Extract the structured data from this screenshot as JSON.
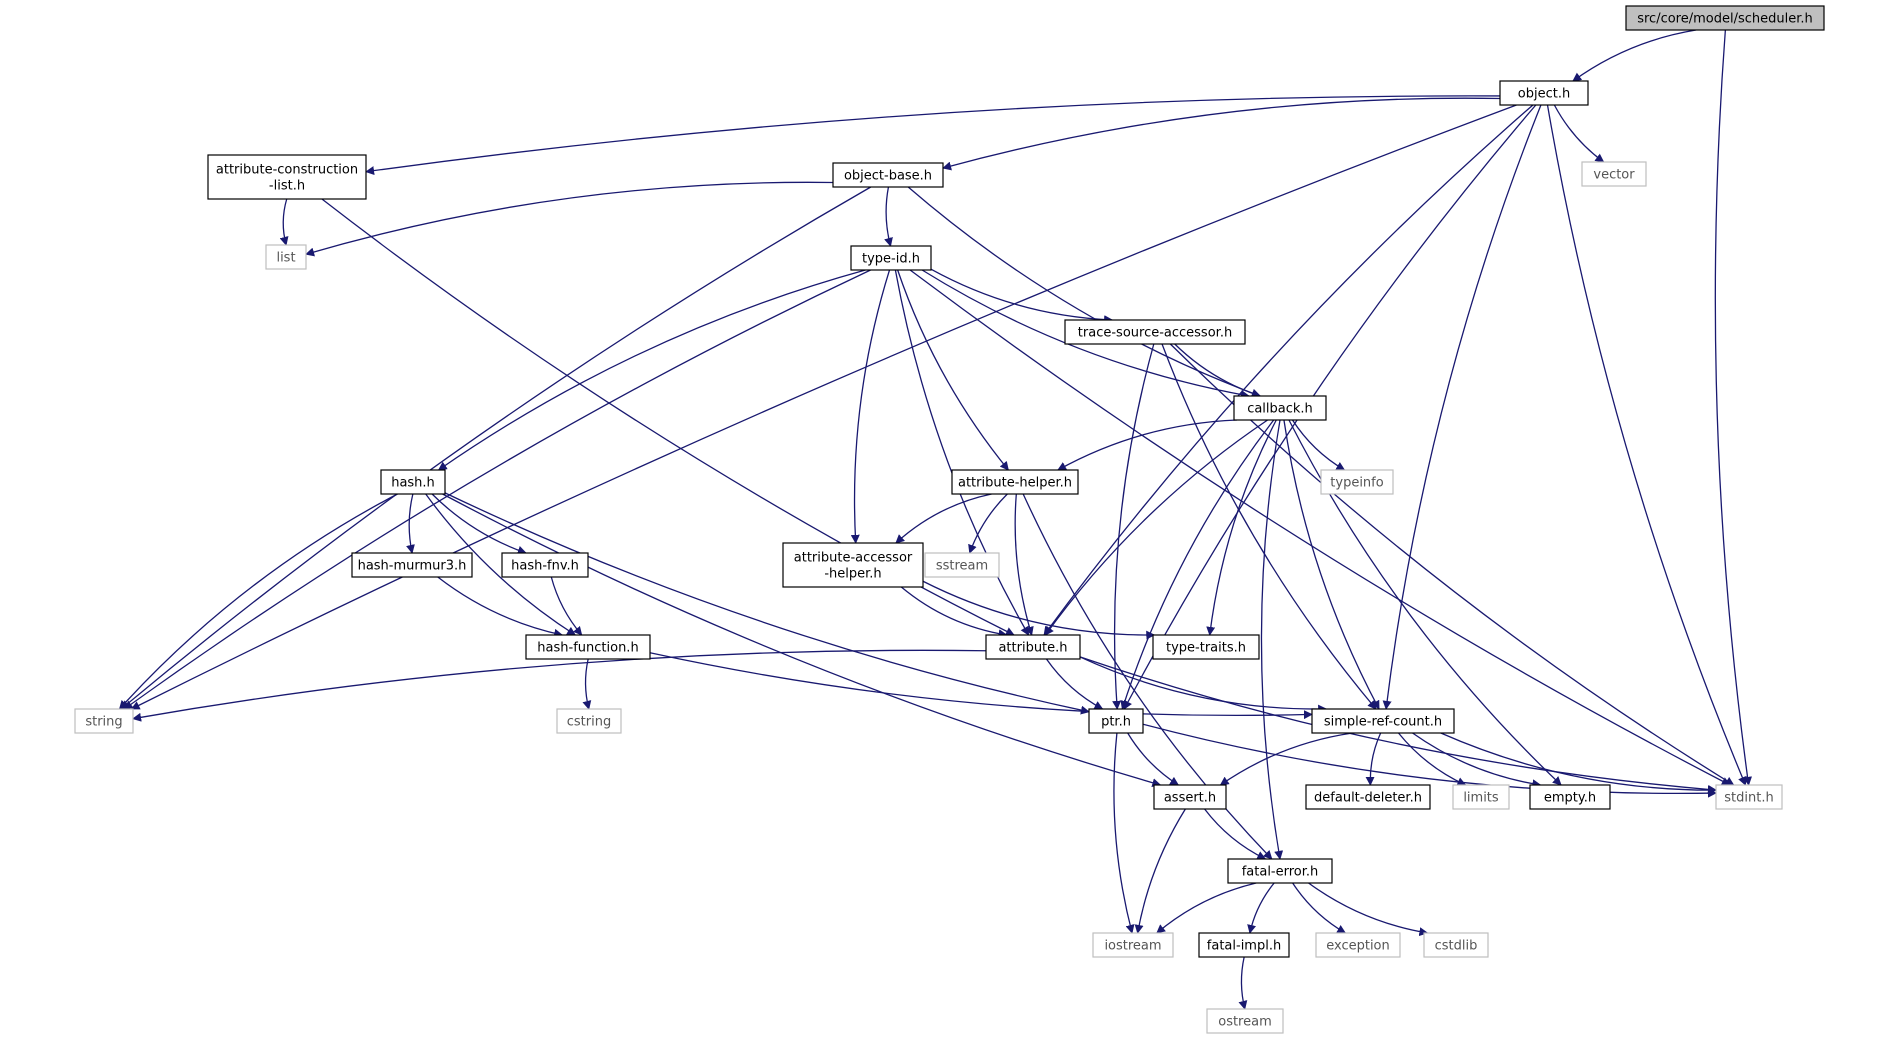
{
  "nodes": [
    {
      "id": "scheduler",
      "label": "src/core/model/scheduler.h",
      "style": "root"
    },
    {
      "id": "object",
      "label": "object.h",
      "style": "local"
    },
    {
      "id": "attrcons",
      "label": "attribute-construction\n-list.h",
      "style": "local"
    },
    {
      "id": "objbase",
      "label": "object-base.h",
      "style": "local"
    },
    {
      "id": "vector",
      "label": "vector",
      "style": "system"
    },
    {
      "id": "list",
      "label": "list",
      "style": "system"
    },
    {
      "id": "typeid",
      "label": "type-id.h",
      "style": "local"
    },
    {
      "id": "tsa",
      "label": "trace-source-accessor.h",
      "style": "local"
    },
    {
      "id": "callback",
      "label": "callback.h",
      "style": "local"
    },
    {
      "id": "hash",
      "label": "hash.h",
      "style": "local"
    },
    {
      "id": "attrhelper",
      "label": "attribute-helper.h",
      "style": "local"
    },
    {
      "id": "typeinfo",
      "label": "typeinfo",
      "style": "system"
    },
    {
      "id": "murmur",
      "label": "hash-murmur3.h",
      "style": "local"
    },
    {
      "id": "fnv",
      "label": "hash-fnv.h",
      "style": "local"
    },
    {
      "id": "attracc",
      "label": "attribute-accessor\n-helper.h",
      "style": "local"
    },
    {
      "id": "sstream",
      "label": "sstream",
      "style": "system"
    },
    {
      "id": "hashfn",
      "label": "hash-function.h",
      "style": "local"
    },
    {
      "id": "attribute",
      "label": "attribute.h",
      "style": "local"
    },
    {
      "id": "typetraits",
      "label": "type-traits.h",
      "style": "local"
    },
    {
      "id": "string",
      "label": "string",
      "style": "system"
    },
    {
      "id": "cstring",
      "label": "cstring",
      "style": "system"
    },
    {
      "id": "ptr",
      "label": "ptr.h",
      "style": "local"
    },
    {
      "id": "srefcount",
      "label": "simple-ref-count.h",
      "style": "local"
    },
    {
      "id": "assert",
      "label": "assert.h",
      "style": "local"
    },
    {
      "id": "defdel",
      "label": "default-deleter.h",
      "style": "local"
    },
    {
      "id": "limits",
      "label": "limits",
      "style": "system"
    },
    {
      "id": "empty",
      "label": "empty.h",
      "style": "local"
    },
    {
      "id": "stdint",
      "label": "stdint.h",
      "style": "system"
    },
    {
      "id": "fatalerror",
      "label": "fatal-error.h",
      "style": "local"
    },
    {
      "id": "iostream",
      "label": "iostream",
      "style": "system"
    },
    {
      "id": "fatalimpl",
      "label": "fatal-impl.h",
      "style": "local"
    },
    {
      "id": "exception",
      "label": "exception",
      "style": "system"
    },
    {
      "id": "cstdlib",
      "label": "cstdlib",
      "style": "system"
    },
    {
      "id": "ostream",
      "label": "ostream",
      "style": "system"
    }
  ],
  "edges": [
    [
      "scheduler",
      "object"
    ],
    [
      "scheduler",
      "stdint"
    ],
    [
      "object",
      "vector"
    ],
    [
      "object",
      "string"
    ],
    [
      "object",
      "ptr"
    ],
    [
      "object",
      "attrcons"
    ],
    [
      "object",
      "objbase"
    ],
    [
      "object",
      "attribute"
    ],
    [
      "object",
      "srefcount"
    ],
    [
      "object",
      "stdint"
    ],
    [
      "attrcons",
      "list"
    ],
    [
      "attrcons",
      "attribute"
    ],
    [
      "objbase",
      "list"
    ],
    [
      "objbase",
      "typeid"
    ],
    [
      "objbase",
      "string"
    ],
    [
      "objbase",
      "callback"
    ],
    [
      "typeid",
      "string"
    ],
    [
      "typeid",
      "hash"
    ],
    [
      "typeid",
      "attracc"
    ],
    [
      "typeid",
      "attrhelper"
    ],
    [
      "typeid",
      "tsa"
    ],
    [
      "typeid",
      "callback"
    ],
    [
      "typeid",
      "attribute"
    ],
    [
      "typeid",
      "stdint"
    ],
    [
      "tsa",
      "callback"
    ],
    [
      "tsa",
      "ptr"
    ],
    [
      "tsa",
      "srefcount"
    ],
    [
      "tsa",
      "stdint"
    ],
    [
      "callback",
      "attrhelper"
    ],
    [
      "callback",
      "typeinfo"
    ],
    [
      "callback",
      "attribute"
    ],
    [
      "callback",
      "typetraits"
    ],
    [
      "callback",
      "ptr"
    ],
    [
      "callback",
      "srefcount"
    ],
    [
      "callback",
      "empty"
    ],
    [
      "callback",
      "fatalerror"
    ],
    [
      "hash",
      "string"
    ],
    [
      "hash",
      "murmur"
    ],
    [
      "hash",
      "fnv"
    ],
    [
      "hash",
      "hashfn"
    ],
    [
      "hash",
      "ptr"
    ],
    [
      "hash",
      "assert"
    ],
    [
      "murmur",
      "hashfn"
    ],
    [
      "fnv",
      "hashfn"
    ],
    [
      "hashfn",
      "cstring"
    ],
    [
      "hashfn",
      "srefcount"
    ],
    [
      "attrhelper",
      "attracc"
    ],
    [
      "attrhelper",
      "sstream"
    ],
    [
      "attrhelper",
      "attribute"
    ],
    [
      "attrhelper",
      "fatalerror"
    ],
    [
      "attracc",
      "attribute"
    ],
    [
      "attracc",
      "typetraits"
    ],
    [
      "attribute",
      "string"
    ],
    [
      "attribute",
      "ptr"
    ],
    [
      "attribute",
      "srefcount"
    ],
    [
      "attribute",
      "stdint"
    ],
    [
      "ptr",
      "assert"
    ],
    [
      "ptr",
      "iostream"
    ],
    [
      "ptr",
      "stdint"
    ],
    [
      "srefcount",
      "assert"
    ],
    [
      "srefcount",
      "defdel"
    ],
    [
      "srefcount",
      "limits"
    ],
    [
      "srefcount",
      "empty"
    ],
    [
      "srefcount",
      "stdint"
    ],
    [
      "assert",
      "fatalerror"
    ],
    [
      "assert",
      "iostream"
    ],
    [
      "fatalerror",
      "iostream"
    ],
    [
      "fatalerror",
      "fatalimpl"
    ],
    [
      "fatalerror",
      "exception"
    ],
    [
      "fatalerror",
      "cstdlib"
    ],
    [
      "fatalimpl",
      "ostream"
    ]
  ],
  "colors": {
    "edge": "#191970",
    "root_fill": "#bfbfbf",
    "local_border": "#000000",
    "system_border": "#bfbfbf",
    "system_text": "#555555"
  }
}
